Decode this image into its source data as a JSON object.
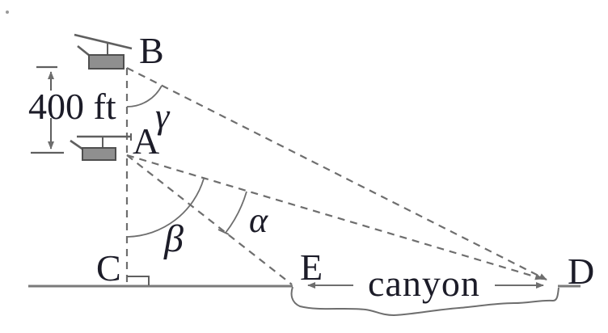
{
  "figure": {
    "description": "Trigonometry diagram: helicopter rises 400 ft from A to B above point C, sighting canyon rims E and D with angles alpha, beta, gamma",
    "points": {
      "b": "B",
      "a": "A",
      "c": "C",
      "e": "E",
      "d": "D"
    },
    "angle_labels": {
      "gamma": "γ",
      "beta": "β",
      "alpha": "α"
    },
    "measurement_label": "400 ft",
    "canyon_label": "canyon"
  },
  "colors": {
    "background": "#ffffff",
    "dashed_line": "#6e6e6e",
    "ground": "#7a7a7a",
    "text": "#1c1c28",
    "helicopter_fill": "#8f8f8f",
    "helicopter_stroke": "#4f4f4f"
  }
}
